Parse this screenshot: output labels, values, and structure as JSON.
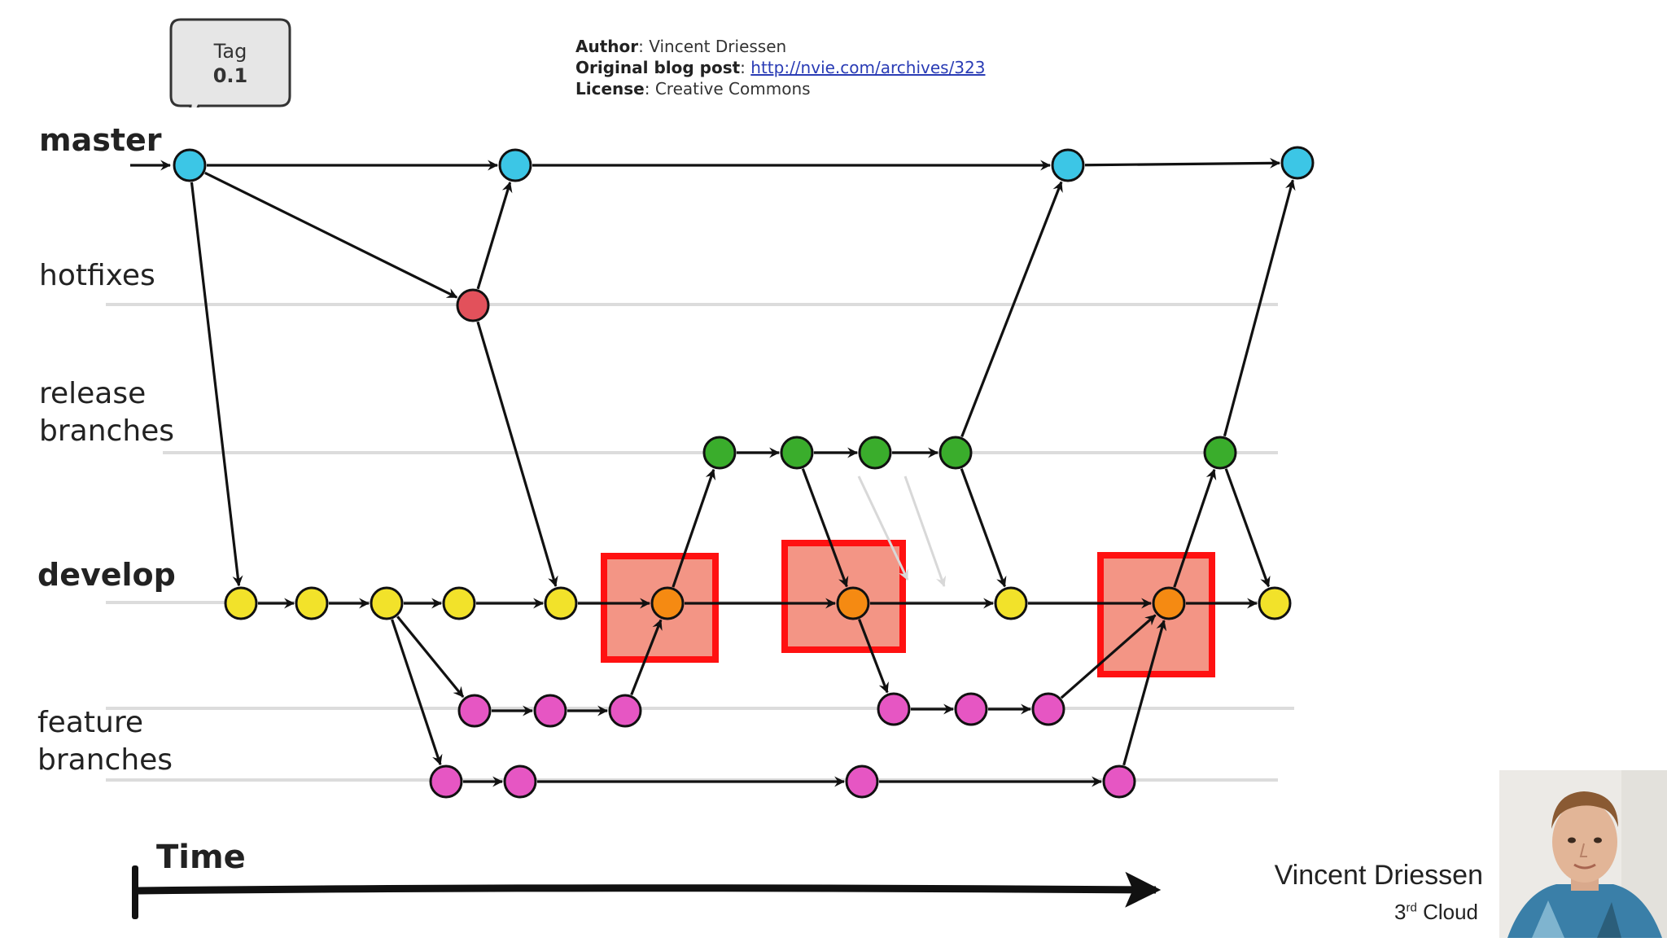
{
  "meta": {
    "author_label": "Author",
    "author": "Vincent Driessen",
    "blog_label": "Original blog post",
    "blog_url": "http://nvie.com/archives/323",
    "license_label": "License",
    "license": "Creative Commons"
  },
  "tag": {
    "label": "Tag",
    "version": "0.1"
  },
  "lanes": {
    "master": "master",
    "hotfixes": "hotfixes",
    "release_line1": "release",
    "release_line2": "branches",
    "develop": "develop",
    "feature_line1": "feature",
    "feature_line2": "branches"
  },
  "time_label": "Time",
  "credit": {
    "name": "Vincent Driessen",
    "org_prefix": "3",
    "org_sup": "rd",
    "org_suffix": " Cloud"
  },
  "colors": {
    "master": "#3cc6e6",
    "hotfix": "#e2515b",
    "release": "#3aad2c",
    "develop": "#f2e22a",
    "merge": "#f58a12",
    "feature": "#e656c3",
    "highlight_fill": "#f28a78",
    "highlight_border": "#ff1111"
  }
}
